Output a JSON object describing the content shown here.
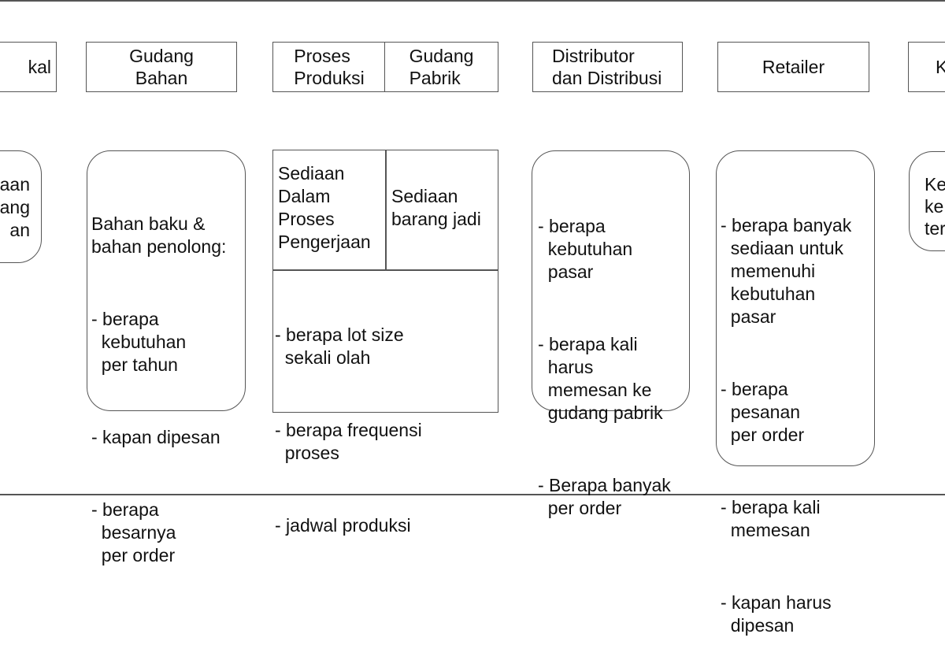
{
  "headers": {
    "stage1": "kal",
    "stage2": "Gudang\nBahan",
    "stage3a": "Proses\nProduksi",
    "stage3b": "Gudang\nPabrik",
    "stage4": "Distributor\ndan Distribusi",
    "stage5": "Retailer",
    "stage6": "K"
  },
  "details": {
    "box1": "aan\nang\nan",
    "box2": {
      "intro": "Bahan baku &\nbahan penolong:",
      "items": [
        "- berapa\n  kebutuhan\n  per tahun",
        "- kapan dipesan",
        "- berapa\n  besarnya\n  per order"
      ]
    },
    "box3": {
      "wip": "Sediaan\nDalam\nProses\nPengerjaan",
      "finished": "Sediaan\nbarang jadi",
      "items": [
        "- berapa lot size\n  sekali olah",
        "- berapa frequensi\n  proses",
        "- jadwal produksi"
      ]
    },
    "box4": {
      "items": [
        "- berapa\n  kebutuhan\n  pasar",
        "- berapa kali\n  harus\n  memesan ke\n  gudang pabrik",
        "- Berapa banyak\n  per order"
      ]
    },
    "box5": {
      "items": [
        "- berapa banyak\n  sediaan untuk\n  memenuhi\n  kebutuhan\n  pasar",
        "- berapa\n  pesanan\n  per order",
        "- berapa kali\n  memesan",
        "- kapan harus\n  dipesan"
      ]
    },
    "box6": "Ke\nke\nter"
  }
}
